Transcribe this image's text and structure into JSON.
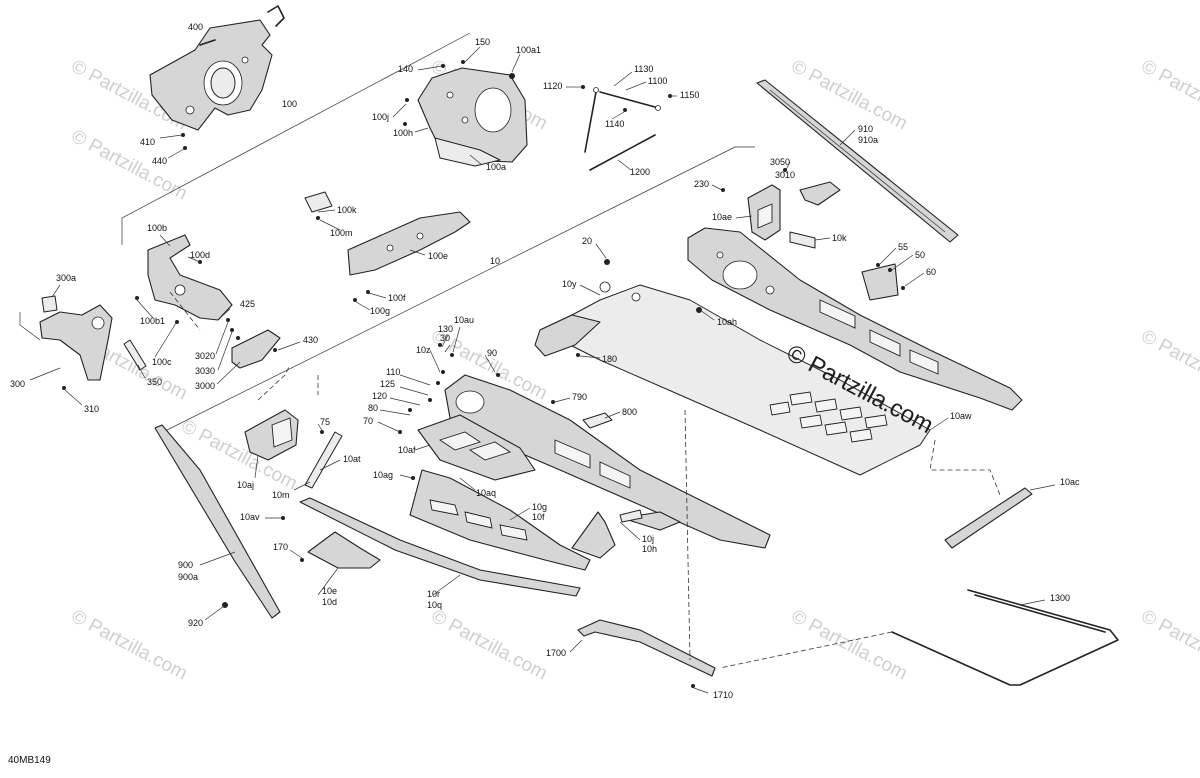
{
  "diagram_code": "40MB149",
  "watermark": "© Partzilla.com",
  "callouts": [
    "400",
    "100",
    "410",
    "440",
    "150",
    "140",
    "100a1",
    "100j",
    "100h",
    "100a",
    "1130",
    "1120",
    "1100",
    "1150",
    "1140",
    "1200",
    "910",
    "910a",
    "3050",
    "3010",
    "230",
    "10ae",
    "10k",
    "55",
    "50",
    "60",
    "10",
    "20",
    "10y",
    "10ah",
    "180",
    "100k",
    "100m",
    "100e",
    "100f",
    "100g",
    "100b",
    "100d",
    "300a",
    "425",
    "100b1",
    "100c",
    "3020",
    "3030",
    "3000",
    "430",
    "300",
    "350",
    "310",
    "30",
    "10au",
    "130",
    "10z",
    "90",
    "110",
    "125",
    "120",
    "80",
    "70",
    "10af",
    "790",
    "800",
    "10aw",
    "75",
    "10at",
    "10aj",
    "10m",
    "10ag",
    "10aq",
    "10av",
    "10g",
    "10f",
    "10j",
    "10h",
    "170",
    "10e",
    "10d",
    "900",
    "900a",
    "920",
    "10r",
    "10q",
    "10ac",
    "1300",
    "1700",
    "1710"
  ]
}
